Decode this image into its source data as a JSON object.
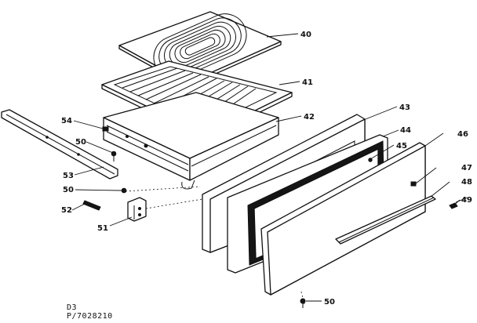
{
  "figure": {
    "code": "D3",
    "part_number": "P/7028210"
  },
  "callouts": [
    {
      "id": "c40",
      "label": "40"
    },
    {
      "id": "c41",
      "label": "41"
    },
    {
      "id": "c42",
      "label": "42"
    },
    {
      "id": "c43",
      "label": "43"
    },
    {
      "id": "c44",
      "label": "44"
    },
    {
      "id": "c45",
      "label": "45"
    },
    {
      "id": "c46",
      "label": "46"
    },
    {
      "id": "c47",
      "label": "47"
    },
    {
      "id": "c48",
      "label": "48"
    },
    {
      "id": "c49",
      "label": "49"
    },
    {
      "id": "c50a",
      "label": "50"
    },
    {
      "id": "c50b",
      "label": "50"
    },
    {
      "id": "c50c",
      "label": "50"
    },
    {
      "id": "c51",
      "label": "51"
    },
    {
      "id": "c52",
      "label": "52"
    },
    {
      "id": "c53",
      "label": "53"
    },
    {
      "id": "c54",
      "label": "54"
    }
  ]
}
